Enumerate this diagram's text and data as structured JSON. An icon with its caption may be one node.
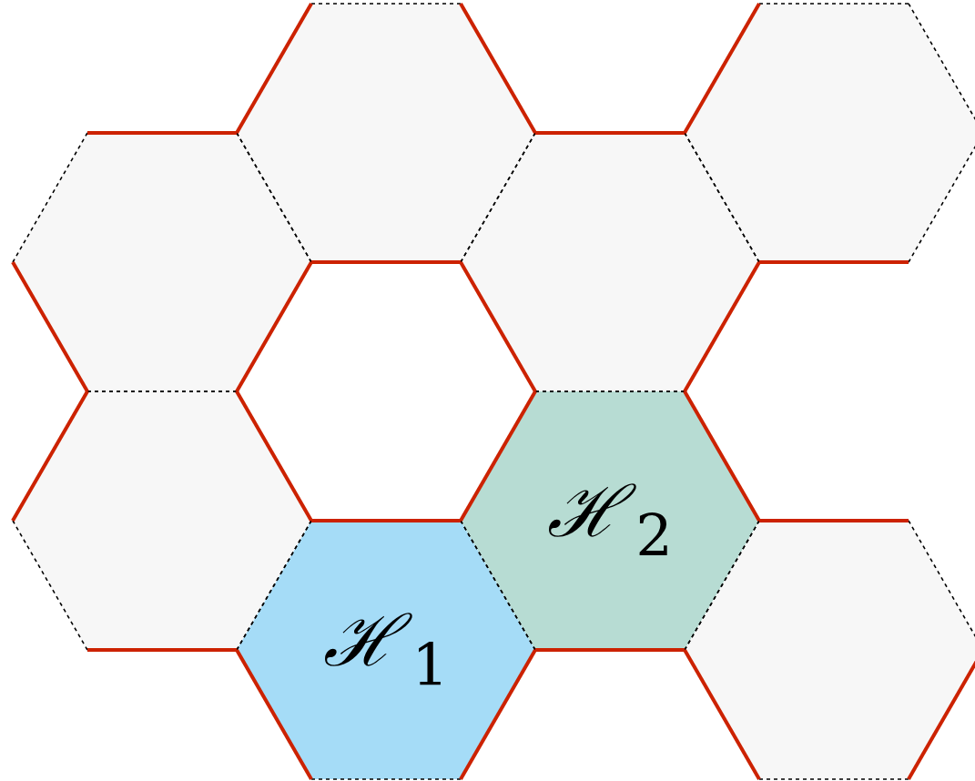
{
  "diagram": {
    "nodes": [
      {
        "text": [],
        "shape": "hexagon"
      },
      {
        "text": [],
        "shape": "hexagon"
      },
      {
        "text": [],
        "shape": "hexagon"
      },
      {
        "text": [],
        "shape": "hexagon"
      },
      {
        "text": [],
        "shape": "hexagon"
      },
      {
        "text": [
          "ℋ$_{2}$"
        ]
      },
      {
        "text": [
          "ℋ$_{1}$"
        ]
      },
      {
        "text": [],
        "shape": "hexagon"
      }
    ]
  }
}
